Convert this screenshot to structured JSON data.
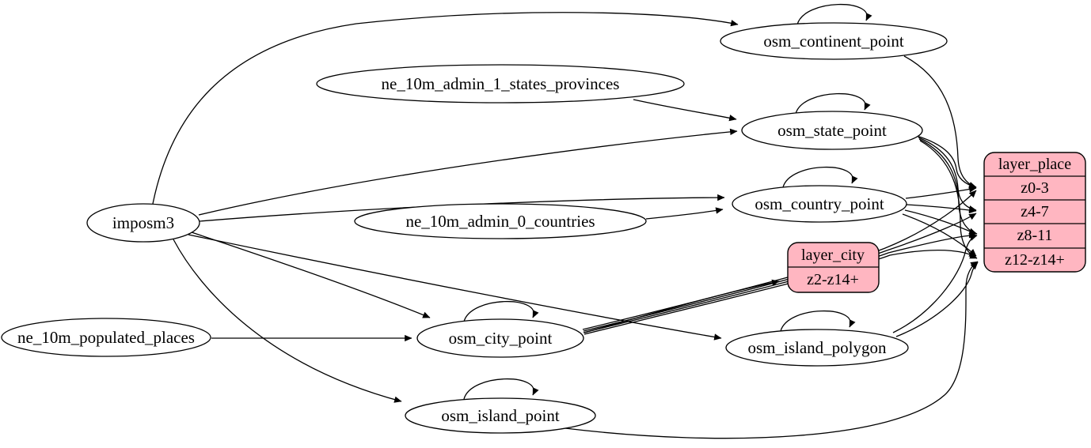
{
  "diagram_type": "graphviz-etl-mapping",
  "colors": {
    "background": "#ffffff",
    "node_fill": "#ffffff",
    "record_fill": "#FFB6C1",
    "stroke": "#000000",
    "text": "#000000"
  },
  "nodes": [
    {
      "id": "imposm3",
      "label": "imposm3",
      "type": "source"
    },
    {
      "id": "ne_10m_admin_1_states_provinces",
      "label": "ne_10m_admin_1_states_provinces",
      "type": "source"
    },
    {
      "id": "ne_10m_admin_0_countries",
      "label": "ne_10m_admin_0_countries",
      "type": "source"
    },
    {
      "id": "ne_10m_populated_places",
      "label": "ne_10m_populated_places",
      "type": "source"
    },
    {
      "id": "osm_continent_point",
      "label": "osm_continent_point",
      "type": "table"
    },
    {
      "id": "osm_state_point",
      "label": "osm_state_point",
      "type": "table"
    },
    {
      "id": "osm_country_point",
      "label": "osm_country_point",
      "type": "table"
    },
    {
      "id": "osm_city_point",
      "label": "osm_city_point",
      "type": "table"
    },
    {
      "id": "osm_island_polygon",
      "label": "osm_island_polygon",
      "type": "table"
    },
    {
      "id": "osm_island_point",
      "label": "osm_island_point",
      "type": "table"
    }
  ],
  "records": [
    {
      "id": "layer_place",
      "title": "layer_place",
      "rows": [
        "z0-3",
        "z4-7",
        "z8-11",
        "z12-z14+"
      ]
    },
    {
      "id": "layer_city",
      "title": "layer_city",
      "rows": [
        "z2-z14+"
      ]
    }
  ],
  "edges": [
    {
      "from": "imposm3",
      "to": "osm_continent_point"
    },
    {
      "from": "imposm3",
      "to": "osm_state_point"
    },
    {
      "from": "imposm3",
      "to": "osm_country_point"
    },
    {
      "from": "imposm3",
      "to": "osm_city_point"
    },
    {
      "from": "imposm3",
      "to": "osm_island_polygon"
    },
    {
      "from": "imposm3",
      "to": "osm_island_point"
    },
    {
      "from": "ne_10m_admin_1_states_provinces",
      "to": "osm_state_point"
    },
    {
      "from": "ne_10m_admin_0_countries",
      "to": "osm_country_point"
    },
    {
      "from": "ne_10m_populated_places",
      "to": "osm_city_point"
    },
    {
      "from": "osm_continent_point",
      "to": "osm_continent_point",
      "self_loop": true
    },
    {
      "from": "osm_state_point",
      "to": "osm_state_point",
      "self_loop": true
    },
    {
      "from": "osm_country_point",
      "to": "osm_country_point",
      "self_loop": true
    },
    {
      "from": "osm_city_point",
      "to": "osm_city_point",
      "self_loop": true
    },
    {
      "from": "osm_island_polygon",
      "to": "osm_island_polygon",
      "self_loop": true
    },
    {
      "from": "osm_island_point",
      "to": "osm_island_point",
      "self_loop": true
    },
    {
      "from": "osm_continent_point",
      "to": "layer_place",
      "to_port": "z0-3"
    },
    {
      "from": "osm_state_point",
      "to": "layer_place",
      "to_port": "z0-3"
    },
    {
      "from": "osm_state_point",
      "to": "layer_place",
      "to_port": "z4-7"
    },
    {
      "from": "osm_state_point",
      "to": "layer_place",
      "to_port": "z8-11"
    },
    {
      "from": "osm_state_point",
      "to": "layer_place",
      "to_port": "z12-z14+"
    },
    {
      "from": "osm_country_point",
      "to": "layer_place",
      "to_port": "z0-3"
    },
    {
      "from": "osm_country_point",
      "to": "layer_place",
      "to_port": "z4-7"
    },
    {
      "from": "osm_country_point",
      "to": "layer_place",
      "to_port": "z8-11"
    },
    {
      "from": "osm_country_point",
      "to": "layer_place",
      "to_port": "z12-z14+"
    },
    {
      "from": "osm_city_point",
      "to": "layer_city",
      "to_port": "z2-z14+"
    },
    {
      "from": "osm_city_point",
      "to": "layer_place",
      "to_port": "z0-3"
    },
    {
      "from": "osm_city_point",
      "to": "layer_place",
      "to_port": "z4-7"
    },
    {
      "from": "osm_city_point",
      "to": "layer_place",
      "to_port": "z8-11"
    },
    {
      "from": "osm_city_point",
      "to": "layer_place",
      "to_port": "z12-z14+"
    },
    {
      "from": "osm_island_polygon",
      "to": "layer_place",
      "to_port": "z8-11"
    },
    {
      "from": "osm_island_polygon",
      "to": "layer_place",
      "to_port": "z12-z14+"
    },
    {
      "from": "osm_island_point",
      "to": "layer_place",
      "to_port": "z12-z14+"
    }
  ]
}
